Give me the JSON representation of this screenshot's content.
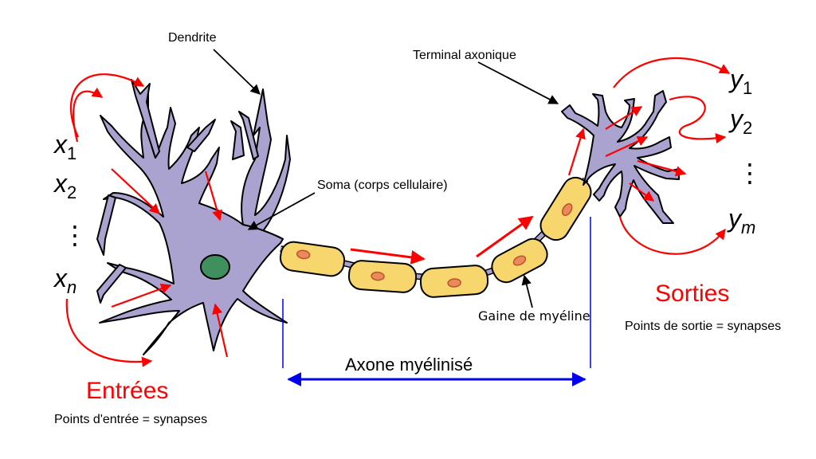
{
  "labels": {
    "dendrite": "Dendrite",
    "terminal": "Terminal axonique",
    "soma": "Soma (corps cellulaire)",
    "myelin": "Gaine de myéline",
    "axon": "Axone myélinisé",
    "inputs_title": "Entrées",
    "inputs_caption": "Points d'entrée = synapses",
    "outputs_title": "Sorties",
    "outputs_caption": "Points de sortie = synapses"
  },
  "inputs": [
    {
      "var": "x",
      "sub": "1"
    },
    {
      "var": "x",
      "sub": "2"
    },
    {
      "var": "x",
      "sub": "n"
    }
  ],
  "input_ellipsis": "⋮",
  "outputs": [
    {
      "var": "y",
      "sub": "1"
    },
    {
      "var": "y",
      "sub": "2"
    },
    {
      "var": "y",
      "sub": "m"
    }
  ],
  "output_ellipsis": "⋮",
  "colors": {
    "neuron": "#aaa3cf",
    "neuron_outline": "#000000",
    "nucleus": "#3f8f5f",
    "myelin": "#f7d66e",
    "myelin_nucleus": "#e88a5a",
    "signal_arrow": "#ff0000",
    "axon_span": "#0000ee",
    "title_red": "#ff0000"
  }
}
